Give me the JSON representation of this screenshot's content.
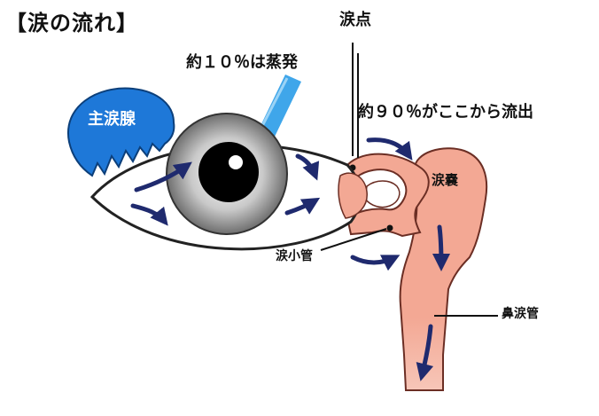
{
  "title": "【涙の流れ】",
  "labels": {
    "evaporation": "約１０％は蒸発",
    "punctum": "涙点",
    "outflow": "約９０％がここから流出",
    "lacrimal_gland": "主涙腺",
    "lacrimal_sac": "涙嚢",
    "canaliculus": "涙小管",
    "nasolacrimal_duct": "鼻涙管"
  },
  "colors": {
    "gland": "#1e78d8",
    "drainage": "#f3a894",
    "drainage_outline": "#6b2e24",
    "arrow": "#1f2a6e",
    "steam": "#3fa6ea"
  }
}
